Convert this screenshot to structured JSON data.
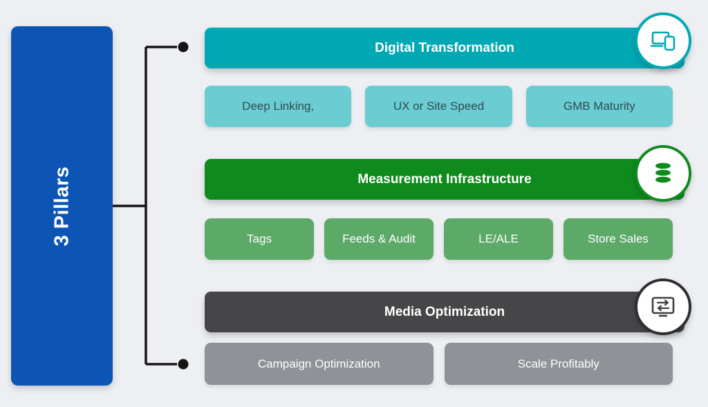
{
  "pillar": {
    "label": "3 Pillars",
    "color": "#0c55b5"
  },
  "connector_color": "#141414",
  "sections": [
    {
      "title": "Digital Transformation",
      "icon": "devices-icon",
      "header_color": "#00a8b3",
      "item_color": "#6bccd2",
      "items": [
        "Deep Linking,",
        "UX or Site Speed",
        "GMB Maturity"
      ]
    },
    {
      "title": "Measurement Infrastructure",
      "icon": "database-icon",
      "header_color": "#0f8a1d",
      "item_color": "#5ca968",
      "items": [
        "Tags",
        "Feeds & Audit",
        "LE/ALE",
        "Store Sales"
      ]
    },
    {
      "title": "Media Optimization",
      "icon": "display-sliders-icon",
      "header_color": "#464649",
      "item_color": "#909297",
      "items": [
        "Campaign Optimization",
        "Scale Profitably"
      ]
    }
  ]
}
